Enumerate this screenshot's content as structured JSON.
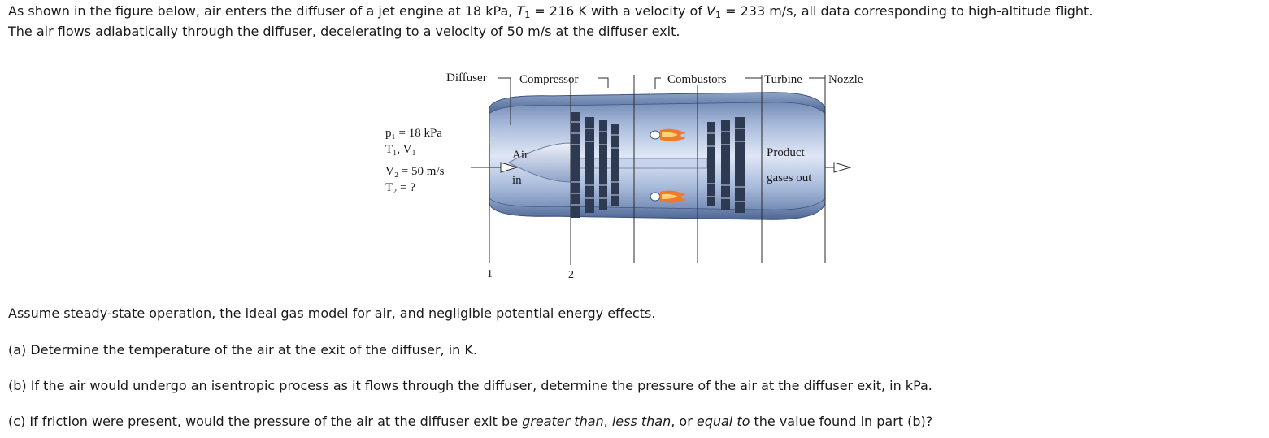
{
  "problem": {
    "intro_line1": {
      "part1": "As shown in the figure below, air enters the diffuser of a jet engine at 18 kPa, ",
      "t_sym": "T",
      "t_sub": "1",
      "part2": " = 216 K with a velocity of ",
      "v_sym": "V",
      "v_sub": "1",
      "part3": " = 233 m/s, all data corresponding to high-altitude flight."
    },
    "intro_line2": "The air flows adiabatically through the diffuser, decelerating to a velocity of 50 m/s at the diffuser exit.",
    "assumptions": "Assume steady-state operation, the ideal gas model for air, and negligible potential energy effects.",
    "question_a": "(a) Determine the temperature of the air at the exit of the diffuser, in K.",
    "question_b": "(b) If the air would undergo an isentropic process as it flows through the diffuser, determine the pressure of the air at the diffuser exit, in kPa.",
    "question_c": {
      "prefix": "(c) If friction were present, would the pressure of the air at the diffuser exit be ",
      "opt1": "greater than",
      "sep1": ", ",
      "opt2": "less than",
      "sep2": ", or ",
      "opt3": "equal to",
      "suffix": " the value found in part (b)?"
    }
  },
  "figure": {
    "component_labels": {
      "diffuser": "Diffuser",
      "compressor": "Compressor",
      "combustors": "Combustors",
      "turbine": "Turbine",
      "nozzle": "Nozzle"
    },
    "inlet_conditions": {
      "p1": "p₁ = 18 kPa",
      "t1v1": "T₁, V₁",
      "v2": "V₂ = 50 m/s",
      "t2": "T₂ = ?"
    },
    "air_in_label": {
      "line1": "Air",
      "line2": "in"
    },
    "exhaust_label": {
      "line1": "Product",
      "line2": "gases out"
    },
    "station_labels": {
      "station1": "1",
      "station2": "2"
    },
    "colors": {
      "casing": "#6f86ad",
      "body_light": "#b9c8e3",
      "flame": "#f07a2a"
    }
  }
}
